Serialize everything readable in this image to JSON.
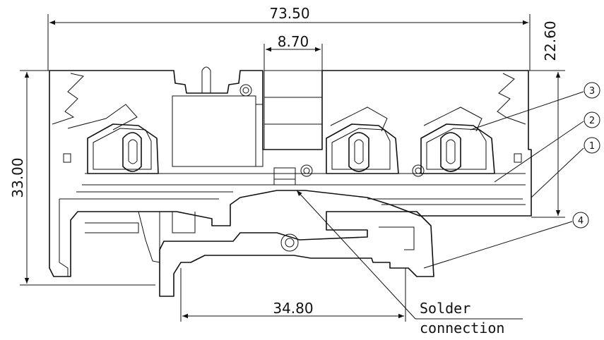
{
  "dimensions": {
    "overall_width": "73.50",
    "top_width": "8.70",
    "right_height": "22.60",
    "left_height": "33.00",
    "bottom_width": "34.80"
  },
  "callouts": [
    "3",
    "2",
    "1",
    "4"
  ],
  "note": {
    "line1": "Solder",
    "line2": "connection"
  }
}
